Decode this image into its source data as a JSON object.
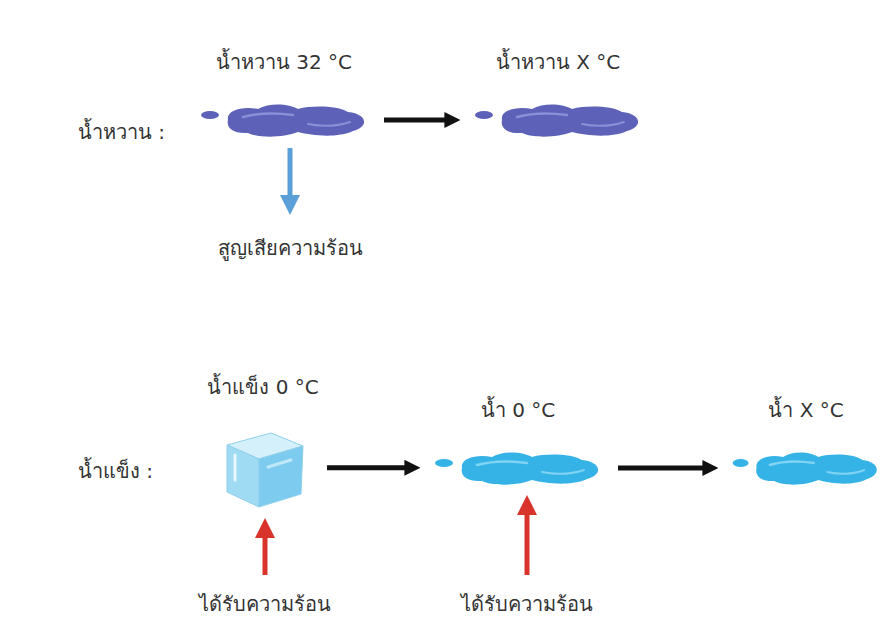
{
  "diagram": {
    "nodes": [
      {
        "text": [
          "น้ำหวาน 32 °C"
        ]
      },
      {
        "text": [
          "น้ำหวาน X °C"
        ]
      },
      {
        "text": [
          "น้ำแข็ง 0 °C"
        ]
      },
      {
        "text": [
          "น้ำ 0 °C"
        ]
      },
      {
        "text": [
          "น้ำ X °C"
        ]
      }
    ],
    "edges": [
      {
        "from": 0,
        "to": 1,
        "arrow": "to"
      },
      {
        "from": 2,
        "to": 3,
        "arrow": "to"
      },
      {
        "from": 3,
        "to": 4,
        "arrow": "to"
      }
    ],
    "labels": [
      "น้ำหวาน :",
      "สูญเสียความร้อน",
      "น้ำแข็ง :",
      "ได้รับความร้อน",
      "ได้รับความร้อน"
    ]
  }
}
